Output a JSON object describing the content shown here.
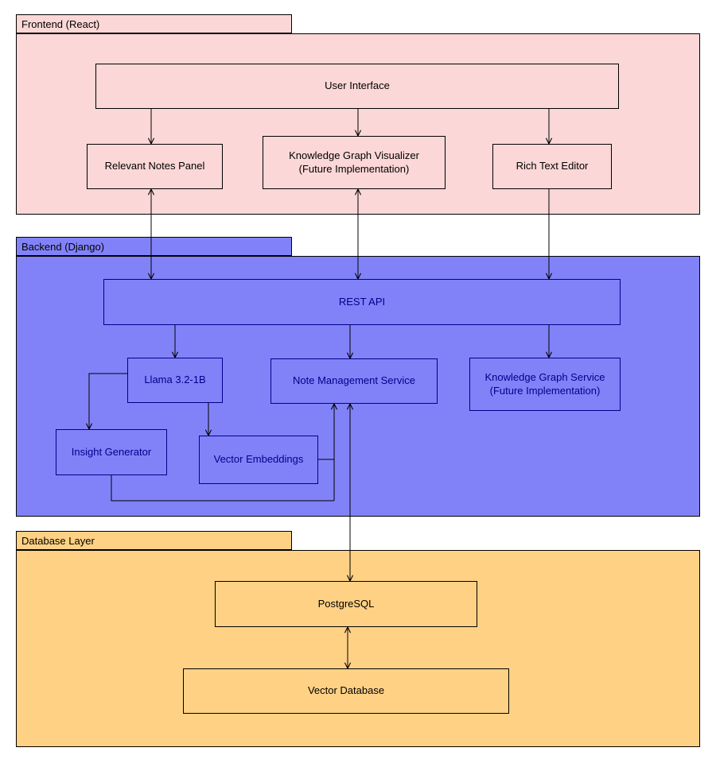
{
  "layers": {
    "frontend": {
      "title": "Frontend (React)",
      "nodes": {
        "user_interface": "User Interface",
        "relevant_notes_panel": "Relevant Notes Panel",
        "knowledge_graph_visualizer": "Knowledge Graph Visualizer\n(Future Implementation)",
        "rich_text_editor": "Rich Text Editor"
      }
    },
    "backend": {
      "title": "Backend (Django)",
      "nodes": {
        "rest_api": "REST API",
        "llama": "Llama 3.2-1B",
        "note_management_service": "Note Management Service",
        "knowledge_graph_service": "Knowledge Graph Service\n(Future Implementation)",
        "insight_generator": "Insight Generator",
        "vector_embeddings": "Vector Embeddings"
      }
    },
    "database": {
      "title": "Database Layer",
      "nodes": {
        "postgresql": "PostgreSQL",
        "vector_database": "Vector Database"
      }
    }
  },
  "colors": {
    "frontend_fill": "#fcd7d7",
    "backend_fill": "#8282f8",
    "database_fill": "#ffd185",
    "backend_text": "#00008b",
    "edge": "#000000"
  }
}
